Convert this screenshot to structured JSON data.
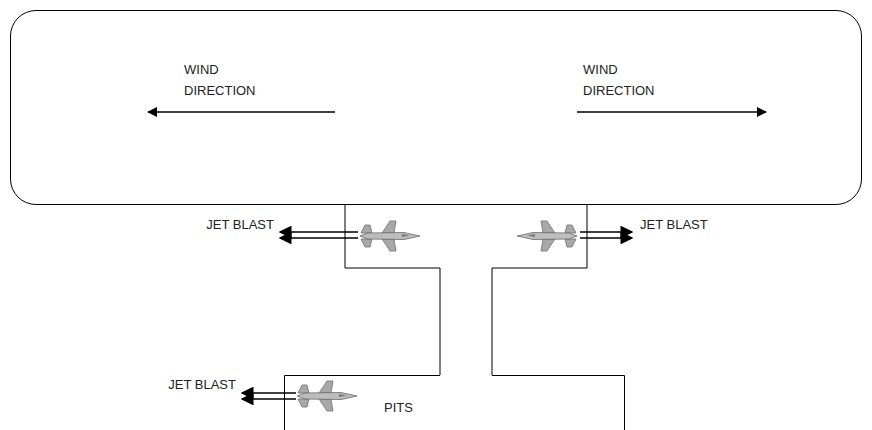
{
  "diagram": {
    "nodes": [
      {
        "text": [
          "WIND DIRECTION",
          "WIND DIRECTION"
        ]
      },
      {
        "text": [
          "PITS"
        ]
      }
    ],
    "labels": [
      "JET BLAST",
      "JET BLAST",
      "JET BLAST"
    ]
  }
}
